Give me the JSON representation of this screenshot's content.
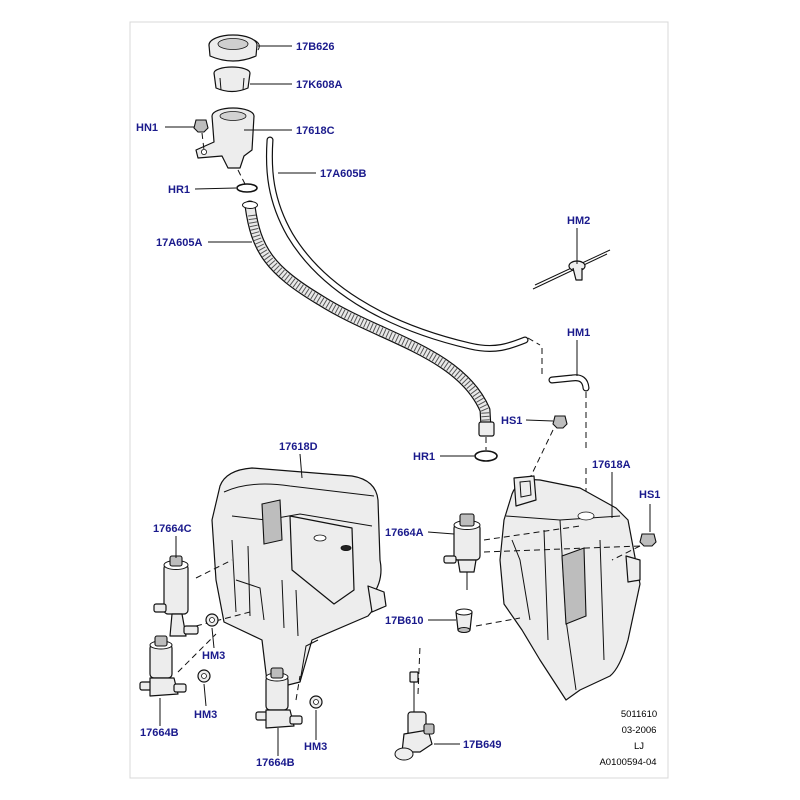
{
  "diagram": {
    "callouts": {
      "c17B626": "17B626",
      "c17K608A": "17K608A",
      "c17618C": "17618C",
      "cHN1": "HN1",
      "cHR1_top": "HR1",
      "c17A605B": "17A605B",
      "c17A605A": "17A605A",
      "cHM2": "HM2",
      "cHM1": "HM1",
      "cHS1_mid": "HS1",
      "cHR1_mid": "HR1",
      "c17618D": "17618D",
      "c17618A": "17618A",
      "cHS1_right": "HS1",
      "c17664C": "17664C",
      "c17664A": "17664A",
      "c17B610": "17B610",
      "cHM3_a": "HM3",
      "cHM3_b": "HM3",
      "c17664B_a": "17664B",
      "cHM3_c": "HM3",
      "c17664B_b": "17664B",
      "c17B649": "17B649"
    },
    "info_block": {
      "line1": "5011610",
      "line2": "03-2006",
      "line3": "LJ",
      "line4": "A0100594-04"
    }
  }
}
